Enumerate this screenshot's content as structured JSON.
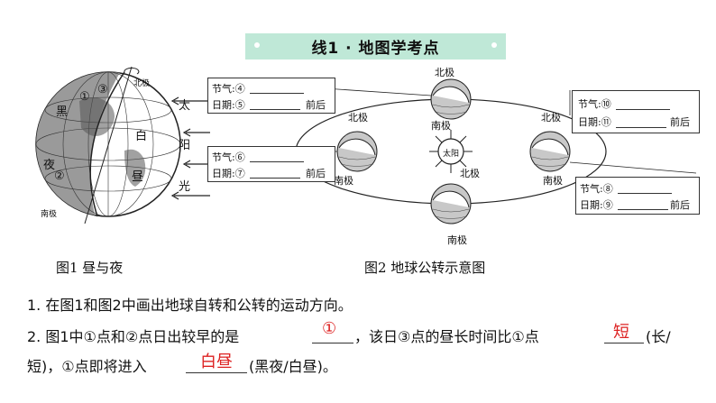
{
  "banner": {
    "title": "线1 · 地图学考点"
  },
  "fig1": {
    "caption": "图1   昼与夜",
    "labels": {
      "north_pole": "北极",
      "south_pole": "南极",
      "p1": "①",
      "p2": "②",
      "p3": "③",
      "night1": "黑",
      "night2": "夜",
      "day1": "白",
      "day2": "昼",
      "sun1": "太",
      "sun2": "阳",
      "sun3": "光"
    }
  },
  "fig2": {
    "caption": "图2   地球公转示意图",
    "sun_label": "太阳",
    "north_pole": "北极",
    "south_pole": "南极",
    "boxes": [
      {
        "term_label": "节气:④",
        "date_label": "日期:⑤",
        "after": "前后"
      },
      {
        "term_label": "节气:⑥",
        "date_label": "日期:⑦",
        "after": "前后"
      },
      {
        "term_label": "节气:⑩",
        "date_label": "日期:⑪",
        "after": "前后"
      },
      {
        "term_label": "节气:⑧",
        "date_label": "日期:⑨",
        "after": "前后"
      }
    ]
  },
  "questions": {
    "q1": "1.  在图1和图2中画出地球自转和公转的运动方向。",
    "q2_part1": "2.  图1中①点和②点日出较早的是",
    "q2_ans1": "①",
    "q2_part2": "，该日③点的昼长时间比①点",
    "q2_ans2": "短",
    "q2_part3": "(长/",
    "q2_line2_part1": "短)，①点即将进入",
    "q2_ans3": "白昼",
    "q2_line2_part2": "(黑夜/白昼)。"
  }
}
